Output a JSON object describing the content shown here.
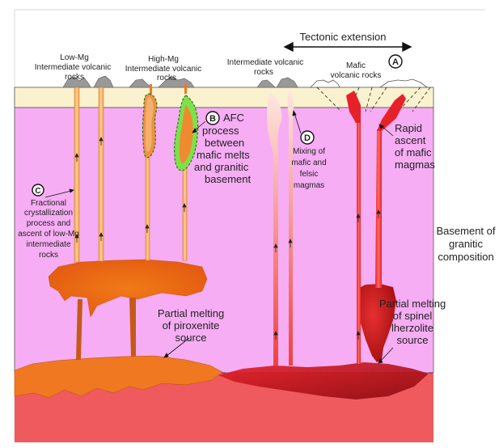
{
  "labels": {
    "tectonic": "Tectonic extension",
    "lowmg_1": "Low-Mg",
    "lowmg_2": "Intermediate volcanic",
    "lowmg_3": "rocks",
    "highmg_1": "High-Mg",
    "highmg_2": "Intermediate volcanic",
    "highmg_3": "rocks",
    "inter_1": "Intermediate volcanic",
    "inter_2": "rocks",
    "mafic_1": "Mafic",
    "mafic_2": "volcanic rocks",
    "afc_1": "AFC",
    "afc_2": "process",
    "afc_3": "between",
    "afc_4": "mafic melts",
    "afc_5": "and granitic",
    "afc_6": "basement",
    "mix_1": "Mixing of",
    "mix_2": "mafic and",
    "mix_3": "felsic",
    "mix_4": "magmas",
    "rapid_1": "Rapid",
    "rapid_2": "ascent",
    "rapid_3": "of mafic",
    "rapid_4": "magmas",
    "frac_1": "Fractional",
    "frac_2": "crystallization",
    "frac_3": "process and",
    "frac_4": "ascent of low-Mg",
    "frac_5": "intermediate",
    "frac_6": "rocks",
    "basement_1": "Basement of",
    "basement_2": "granitic",
    "basement_3": "composition",
    "pirox_1": "Partial melting",
    "pirox_2": "of piroxenite",
    "pirox_3": "source",
    "spinel_1": "Partial melting",
    "spinel_2": "of spinel",
    "spinel_3": "lherzolite",
    "spinel_4": "source"
  },
  "markers": {
    "A": "A",
    "B": "B",
    "C": "C",
    "D": "D"
  },
  "colors": {
    "crust_top": "#faf2cf",
    "basement": "#f6adf4",
    "mantle": "#ef5a5e",
    "orange_magma": "#f08020",
    "conduit_light": "#f9b870",
    "red_magma": "#e8202a",
    "dark_red": "#b00a10",
    "green_rim": "#7ee04a"
  }
}
